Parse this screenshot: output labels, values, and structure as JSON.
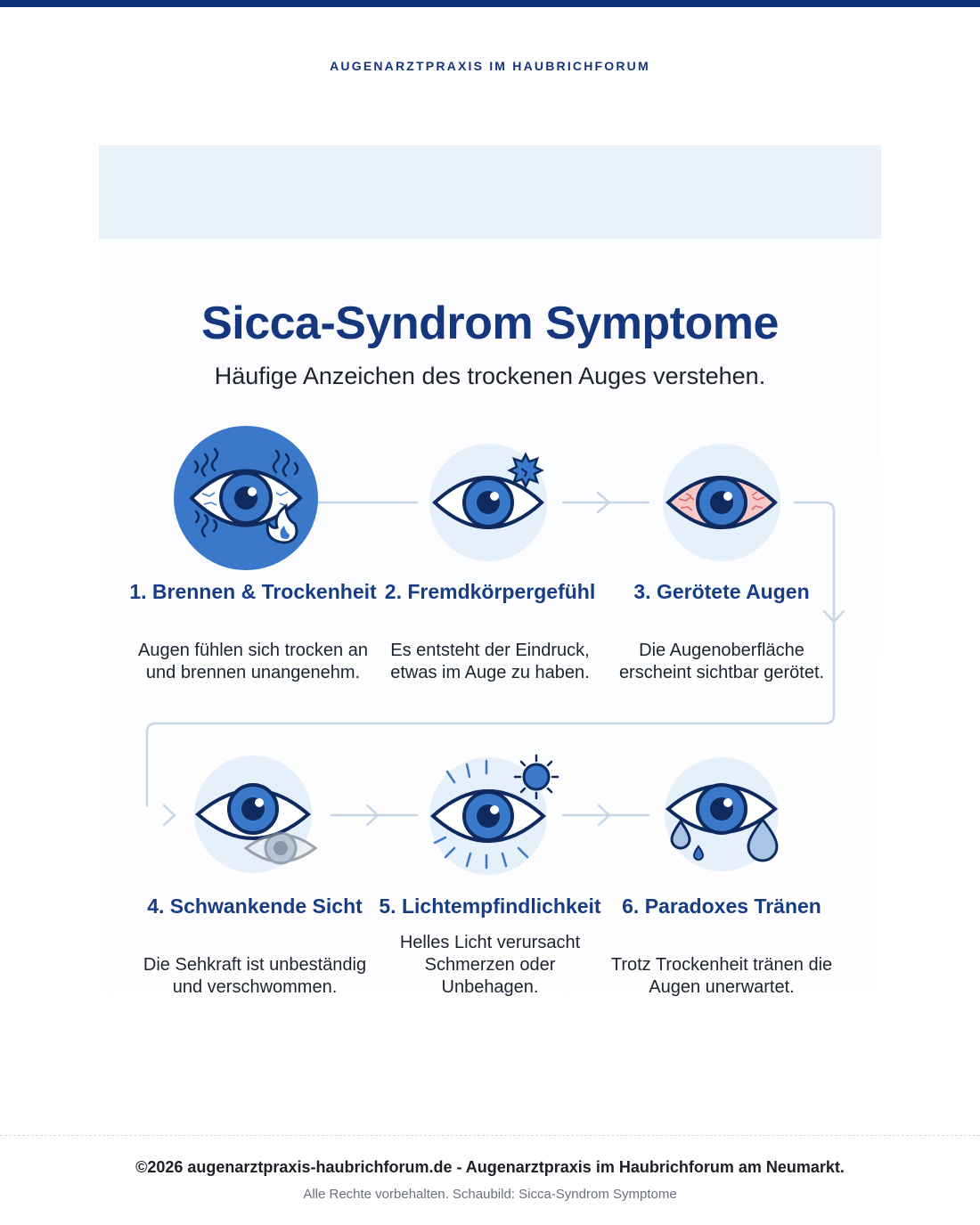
{
  "header": {
    "practice_name": "AUGENARZTPRAXIS IM HAUBRICHFORUM"
  },
  "hero": {
    "title": "Sicca-Syndrom Symptome",
    "subtitle": "Häufige Anzeichen des trockenen Auges verstehen."
  },
  "steps": [
    {
      "title": "1. Brennen & Trockenheit",
      "description": "Augen fühlen sich trocken an und brennen unangenehm.",
      "icon": "burning-eye-icon"
    },
    {
      "title": "2. Fremdkörpergefühl",
      "description": "Es entsteht der Eindruck, etwas im Auge zu haben.",
      "icon": "foreign-body-eye-icon"
    },
    {
      "title": "3. Gerötete Augen",
      "description": "Die Augenoberfläche erscheint sichtbar gerötet.",
      "icon": "red-eye-icon"
    },
    {
      "title": "4. Schwankende Sicht",
      "description": "Die Sehkraft ist unbeständig und verschwommen.",
      "icon": "blurred-eye-icon"
    },
    {
      "title": "5. Lichtempfindlichkeit",
      "description": "Helles Licht verursacht Schmerzen oder Unbehagen.",
      "icon": "light-sensitive-eye-icon"
    },
    {
      "title": "6. Paradoxes Tränen",
      "description": "Trotz Trockenheit tränen die Augen unerwartet.",
      "icon": "tearing-eye-icon"
    }
  ],
  "footer": {
    "copyright": "©2026 augenarztpraxis-haubrichforum.de - Augenarztpraxis im Haubrichforum am Neumarkt.",
    "rights": "Alle Rechte vorbehalten. Schaubild: Sicca-Syndrom Symptome"
  },
  "colors": {
    "navy": "#14377e",
    "accent_blue": "#3a78c9",
    "light_blue": "#e6f0fb",
    "connector": "#c6d6e6",
    "redness": "#f2b7b7"
  }
}
